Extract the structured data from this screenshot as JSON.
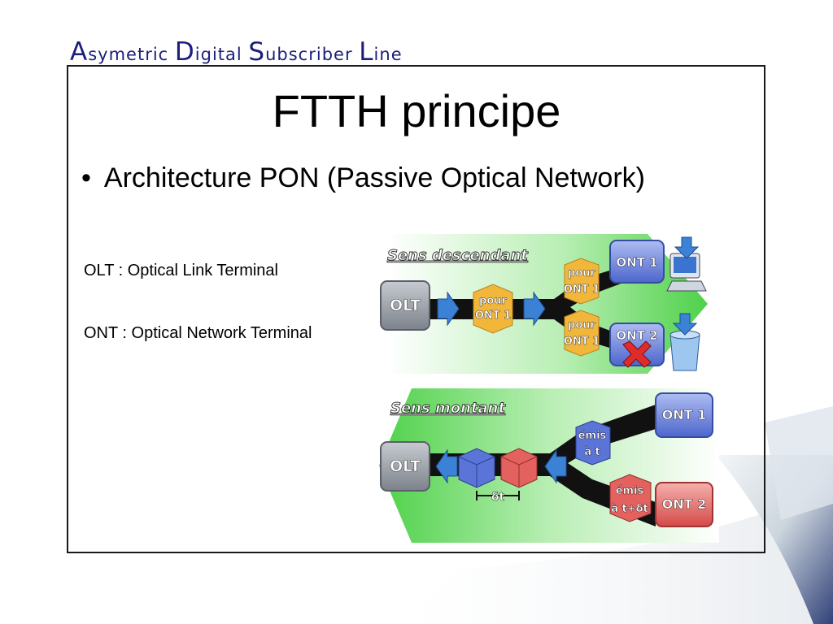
{
  "header": {
    "title": "Asymetric Digital Subscriber Line",
    "words": [
      {
        "cap": "A",
        "rest": "symetric"
      },
      {
        "cap": "D",
        "rest": "igital"
      },
      {
        "cap": "S",
        "rest": "ubscriber"
      },
      {
        "cap": "L",
        "rest": "ine"
      }
    ]
  },
  "slide": {
    "title": "FTTH principe",
    "bullet_marker": "•",
    "bullet": "Architecture PON (Passive Optical Network)",
    "definitions": [
      "OLT : Optical Link Terminal",
      "ONT : Optical Network Terminal"
    ]
  },
  "diagram_down": {
    "heading": "Sens descendant",
    "olt": "OLT",
    "packet_center": [
      "pour",
      "ONT 1"
    ],
    "packet_top": [
      "pour",
      "ONT 1"
    ],
    "packet_bottom": [
      "pour",
      "ONT 1"
    ],
    "ont_top": "ONT 1",
    "ont_bottom": "ONT 2"
  },
  "diagram_up": {
    "heading": "Sens montant",
    "olt": "OLT",
    "delta": "δt",
    "packet_top": [
      "émis",
      "à  t"
    ],
    "packet_bottom": [
      "émis",
      "à  t+δt"
    ],
    "ont_top": "ONT 1",
    "ont_bottom": "ONT 2"
  },
  "colors": {
    "header": "#1a1e7a",
    "green": "#4fd14a",
    "gray_box": "#8e939b",
    "blue_box": "#5b74d8",
    "red_box": "#e3625f",
    "packet_yellow": "#f2b73a",
    "arrow_blue": "#3b82d6"
  }
}
